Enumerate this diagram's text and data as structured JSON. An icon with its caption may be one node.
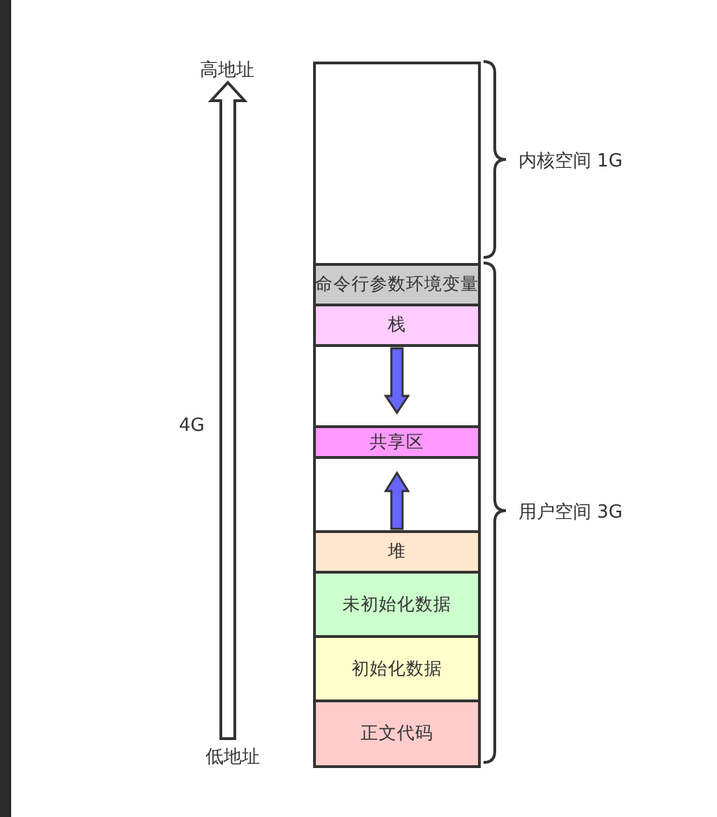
{
  "diagram": {
    "nodes": [
      {
        "text": [],
        "shape": "box"
      },
      {
        "text": [
          "命令行参数环境变量"
        ]
      },
      {
        "text": [
          "栈"
        ]
      },
      {
        "text": [],
        "shape": "box"
      },
      {
        "text": [
          "共享区"
        ]
      },
      {
        "text": [],
        "shape": "box"
      },
      {
        "text": [
          "堆"
        ]
      },
      {
        "text": [
          "未初始化数据"
        ]
      },
      {
        "text": [
          "初始化数据"
        ]
      },
      {
        "text": [
          "正文代码"
        ]
      }
    ],
    "edges": [],
    "labels": [
      "高地址",
      "4G",
      "低地址",
      "内核空间 1G",
      "用户空间 3G"
    ]
  }
}
